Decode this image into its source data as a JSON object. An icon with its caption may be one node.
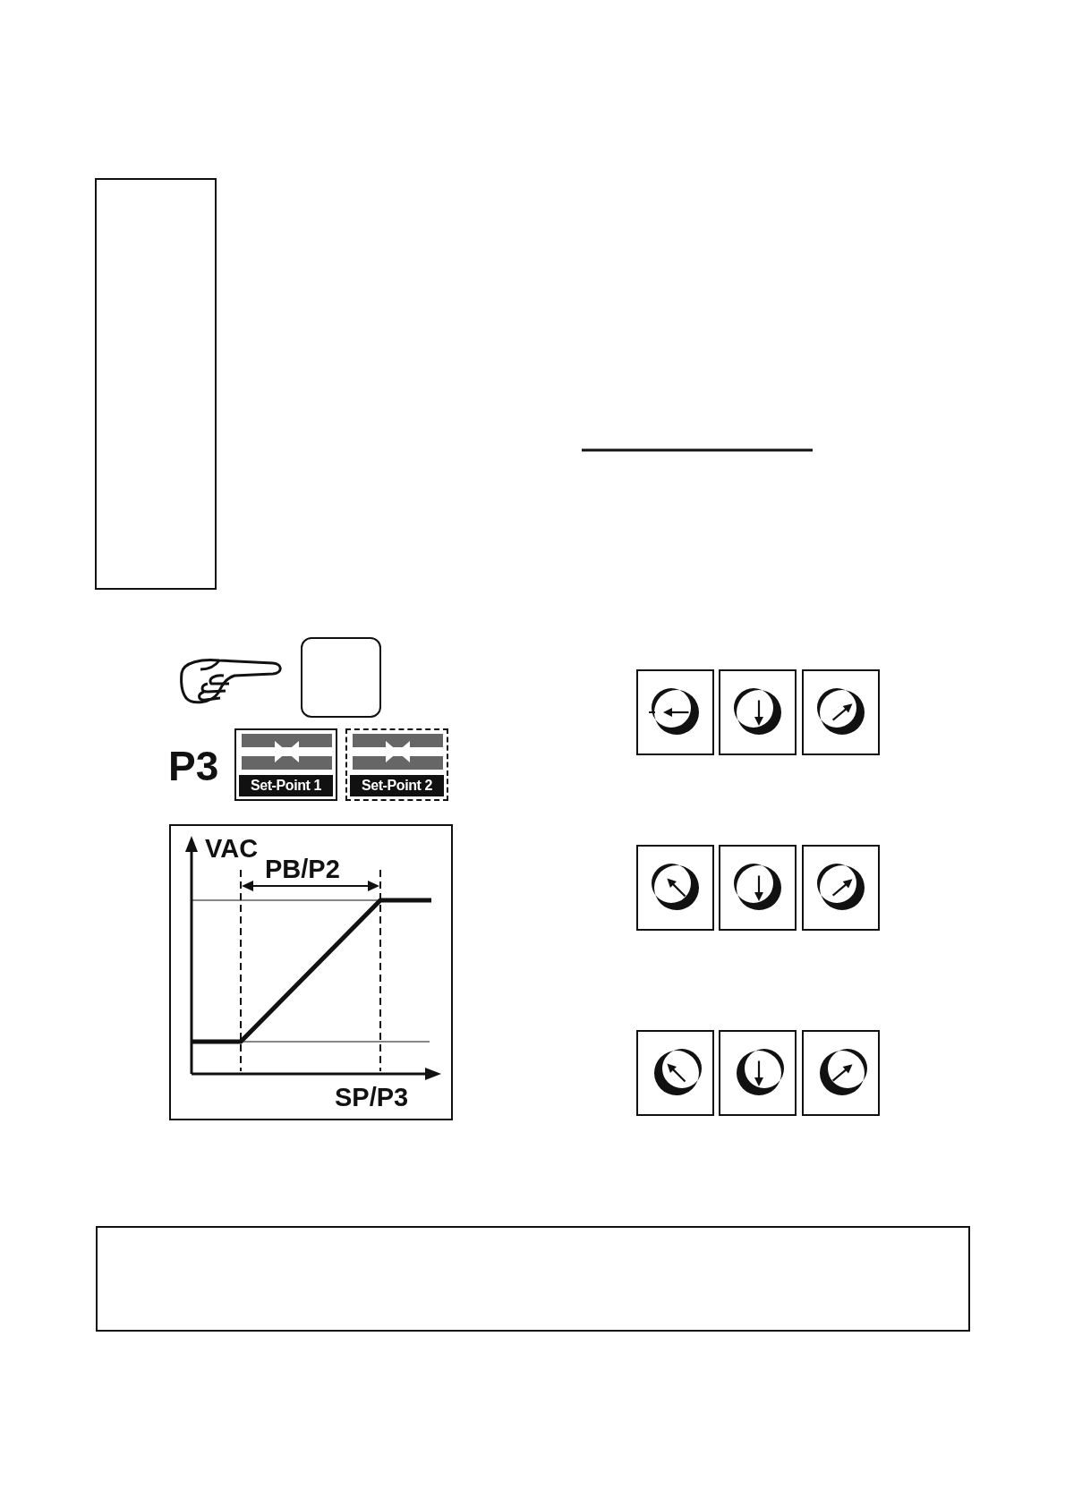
{
  "diagram": {
    "nodes": [
      {
        "text": [],
        "shape": "box"
      },
      {
        "text": [],
        "shape": "box"
      },
      {
        "text": [
          "Set-Point 1"
        ]
      },
      {
        "text": [
          "Set-Point 2"
        ]
      },
      {
        "text": [],
        "shape": "box"
      }
    ],
    "labels": [
      "P3",
      "VAC",
      "PB/P2",
      "SP/P3"
    ]
  }
}
